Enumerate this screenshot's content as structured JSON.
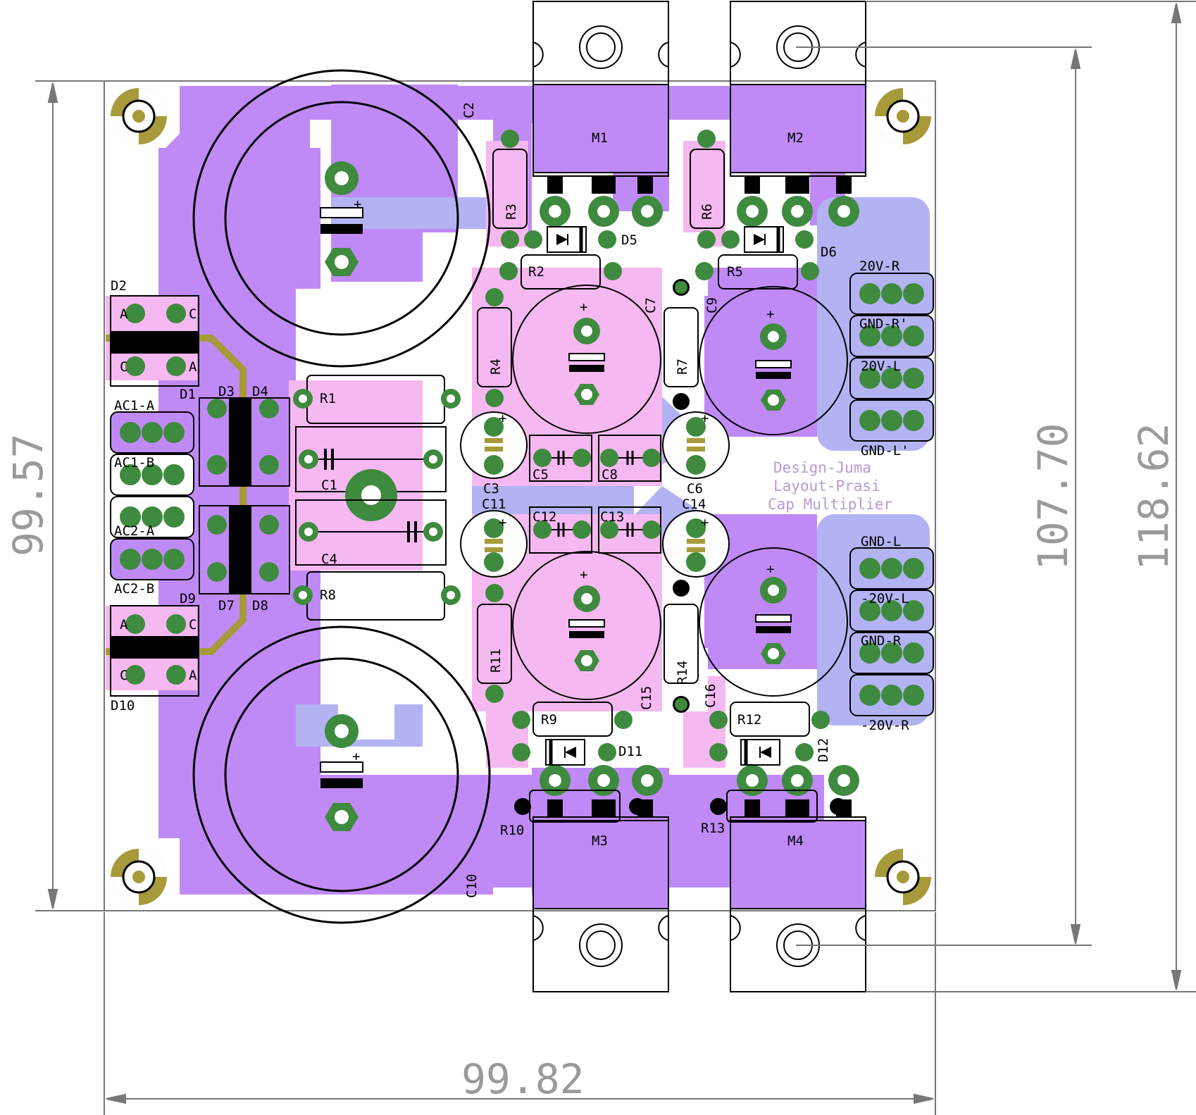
{
  "board": {
    "title_lines": [
      "Design-Juma",
      "Layout-Prasi",
      "Cap Multiplier"
    ],
    "dimensions": {
      "width": "99.82",
      "height_left": "99.57",
      "height_inner": "107.70",
      "height_outer": "118.62"
    }
  },
  "mosfets": [
    "M1",
    "M2",
    "M3",
    "M4"
  ],
  "big_caps": [
    "C2",
    "C10"
  ],
  "resistors": [
    "R1",
    "R2",
    "R3",
    "R4",
    "R5",
    "R6",
    "R7",
    "R8",
    "R9",
    "R10",
    "R11",
    "R12",
    "R13",
    "R14"
  ],
  "small_caps": [
    "C1",
    "C3",
    "C4",
    "C5",
    "C6",
    "C7",
    "C8",
    "C9",
    "C11",
    "C12",
    "C13",
    "C14",
    "C15",
    "C16"
  ],
  "diodes": [
    "D1",
    "D2",
    "D3",
    "D4",
    "D5",
    "D6",
    "D7",
    "D8",
    "D9",
    "D10",
    "D11",
    "D12"
  ],
  "connectors": {
    "left": [
      "AC1-A",
      "AC1-B",
      "AC2-A",
      "AC2-B"
    ],
    "right_top": [
      "20V-R",
      "GND-R'",
      "20V-L",
      "GND-L'"
    ],
    "right_bottom": [
      "GND-L",
      "-20V-L",
      "GND-R",
      "-20V-R"
    ]
  },
  "pin_marks": {
    "anode": "A",
    "cathode": "C"
  },
  "colors": {
    "top_copper": "#c08af6",
    "bottom_copper": "#b3b3f3",
    "overlap": "#f6b8f0",
    "pad": "#3e8a3e",
    "silk": "#000000",
    "outline": "#888888",
    "trace_gold": "#a79a3a"
  }
}
